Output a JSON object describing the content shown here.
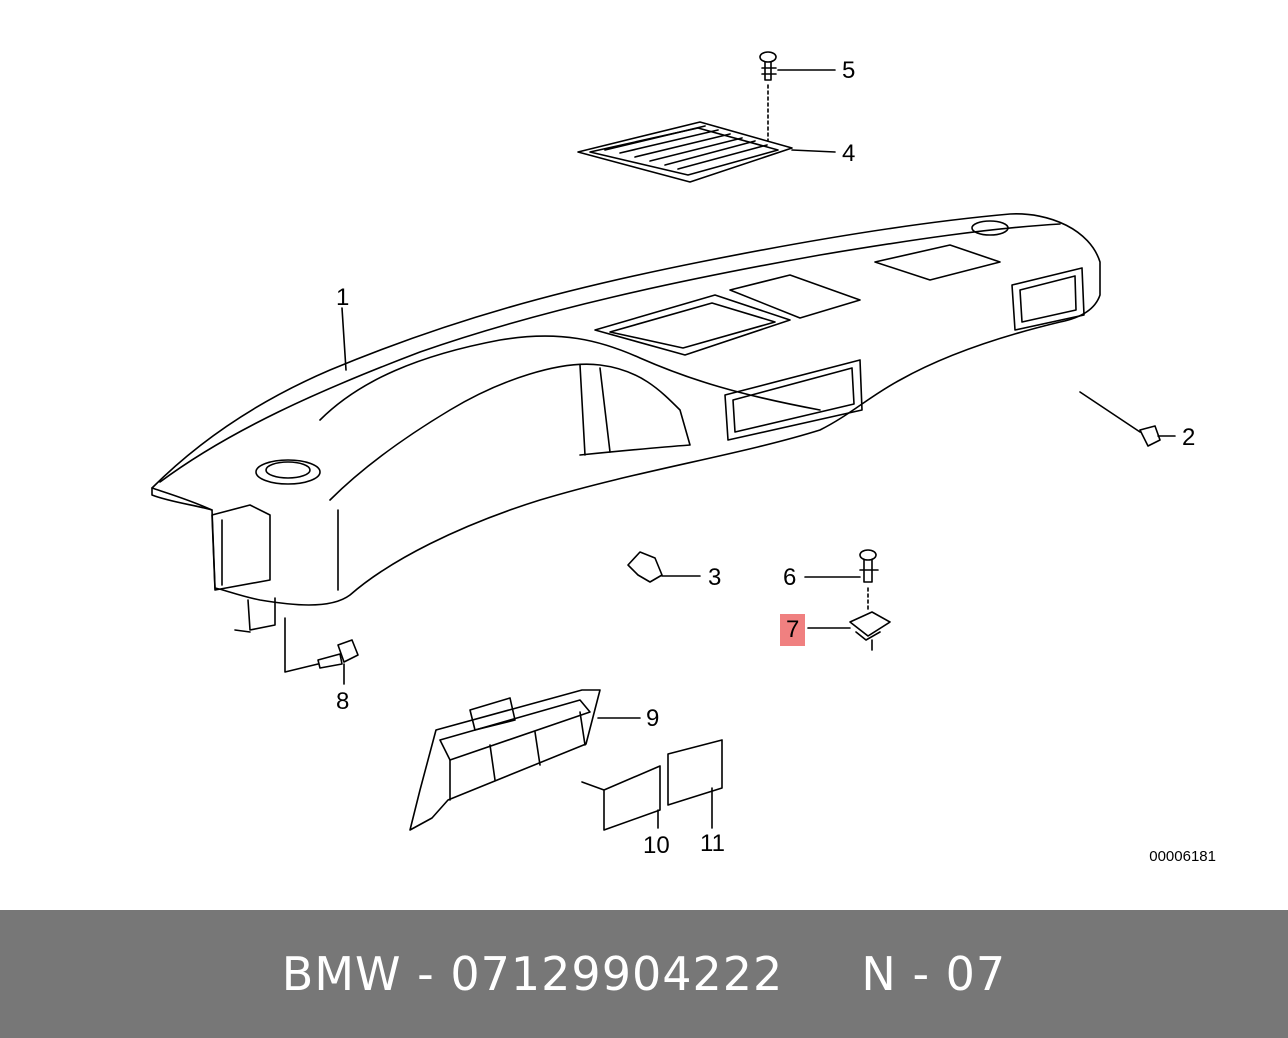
{
  "diagram": {
    "callouts": {
      "c1": "1",
      "c2": "2",
      "c3": "3",
      "c4": "4",
      "c5": "5",
      "c6": "6",
      "c7": "7",
      "c8": "8",
      "c9": "9",
      "c10": "10",
      "c11": "11"
    },
    "highlighted_callout": "7",
    "highlight_color": "#f08080",
    "diagram_code": "00006181"
  },
  "footer": {
    "text": "BMW - 07129904222     N - 07",
    "background": "#777777"
  }
}
